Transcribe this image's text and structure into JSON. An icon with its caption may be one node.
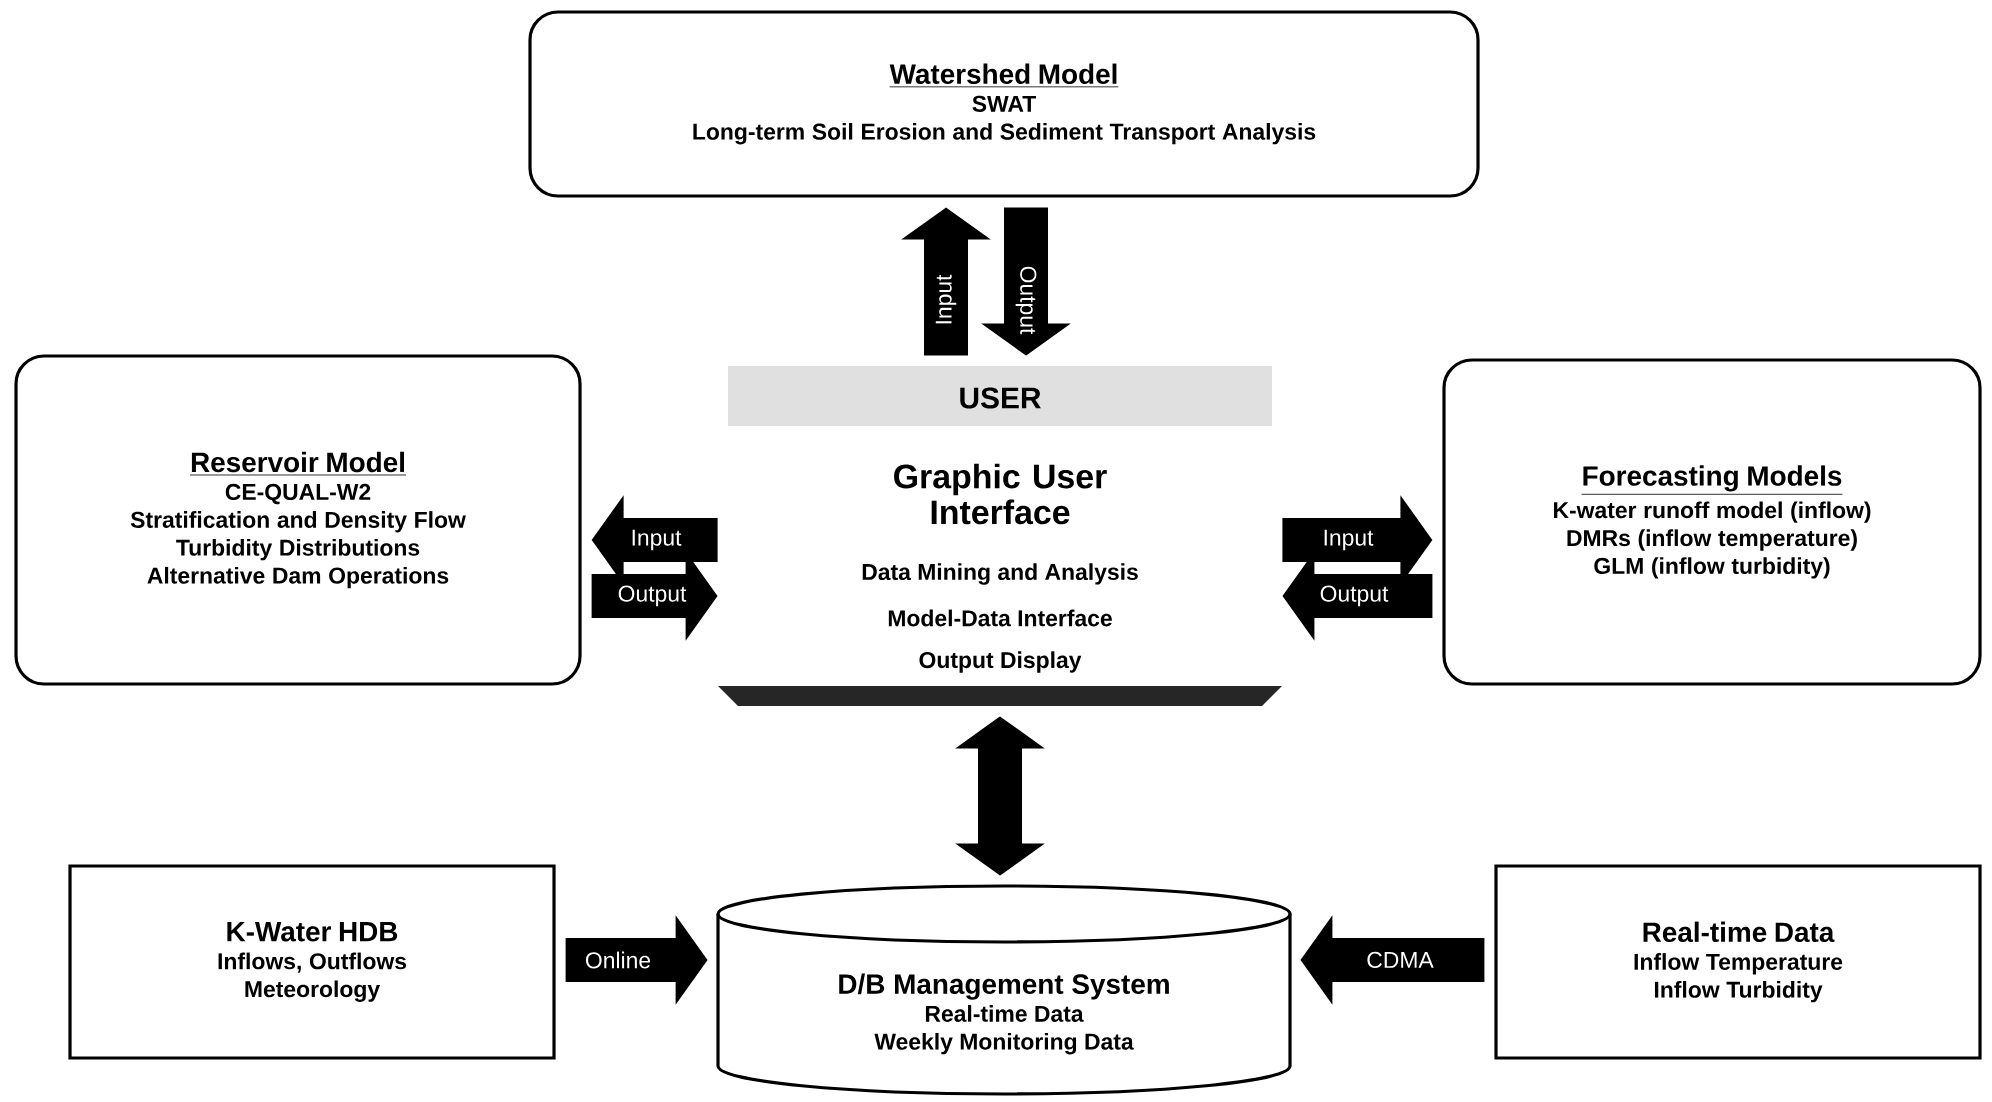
{
  "diagram": {
    "nodes": [
      {
        "text": [
          "Watershed Model",
          "SWAT",
          "Long-term Soil Erosion and Sediment Transport Analysis"
        ]
      },
      {
        "text": [
          "USER",
          "Graphic User Interface",
          "Data Mining and Analysis",
          "Model-Data Interface",
          "Output Display"
        ]
      },
      {
        "text": [
          "Reservoir Model",
          "CE-QUAL-W2",
          "Stratification and Density Flow",
          "Turbidity Distributions",
          "Alternative Dam Operations"
        ]
      },
      {
        "text": [
          "Forecasting Models",
          "K-water runoff model (inflow)",
          "DMRs (inflow temperature)",
          "GLM (inflow turbidity)"
        ]
      },
      {
        "text": [
          "K-Water HDB",
          "Inflows, Outflows",
          "Meteorology"
        ]
      },
      {
        "text": [
          "D/B Management System",
          "Real-time Data",
          "Weekly Monitoring Data"
        ]
      },
      {
        "text": [
          "Real-time Data",
          "Inflow Temperature",
          "Inflow Turbidity"
        ]
      }
    ],
    "edges": [
      {
        "from": 1,
        "to": 0,
        "arrow": "to",
        "label": "Input"
      },
      {
        "from": 0,
        "to": 1,
        "arrow": "to",
        "label": "Output"
      },
      {
        "from": 1,
        "to": 2,
        "arrow": "to",
        "label": "Input"
      },
      {
        "from": 2,
        "to": 1,
        "arrow": "to",
        "label": "Output"
      },
      {
        "from": 1,
        "to": 3,
        "arrow": "to",
        "label": "Input"
      },
      {
        "from": 3,
        "to": 1,
        "arrow": "to",
        "label": "Output"
      },
      {
        "from": 1,
        "to": 5,
        "arrow": "both"
      },
      {
        "from": 4,
        "to": 5,
        "arrow": "to",
        "label": "Online"
      },
      {
        "from": 6,
        "to": 5,
        "arrow": "to",
        "label": "CDMA"
      }
    ]
  }
}
